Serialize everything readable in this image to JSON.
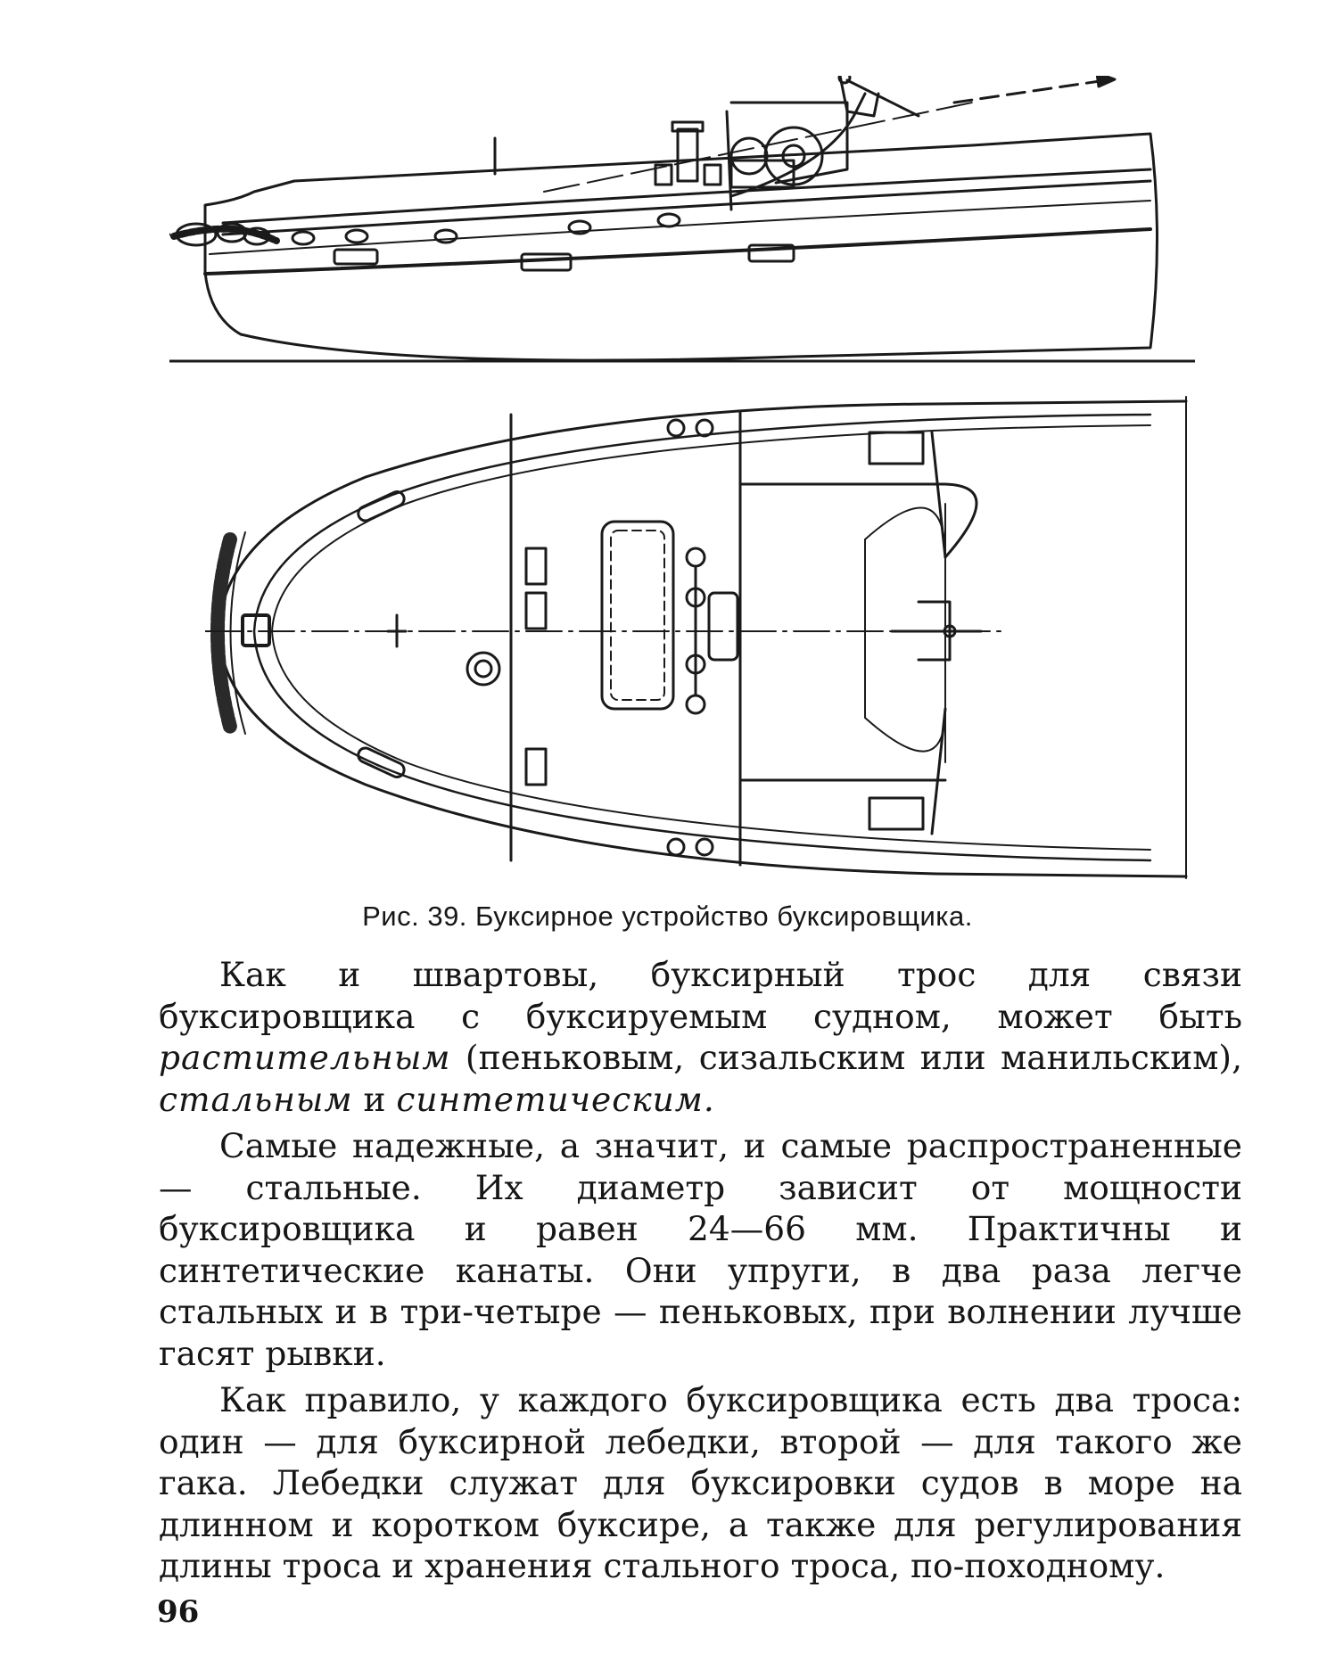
{
  "figure": {
    "caption": "Рис. 39. Буксирное устройство буксировщика."
  },
  "body": {
    "p1": {
      "lead": "Как и швартовы, буксирный трос для связи буксировщика с буксируемым судном, может быть ",
      "term1": "растительным",
      "mid": " (пеньковым, сизальским или манильским), ",
      "term2": "стальным",
      "conj": " и ",
      "term3": "синтетическим."
    },
    "p2": "Самые надежные, а значит, и самые распространенные — стальные. Их диаметр зависит от мощности буксировщика и равен 24—66 мм. Практичны и синтетические канаты. Они упруги, в два раза легче стальных и в три-четыре — пеньковых, при волнении лучше гасят рывки.",
    "p3": "Как правило, у каждого буксировщика есть два троса: один — для буксирной лебедки, второй — для такого же гака. Лебедки служат для буксировки судов в море на длинном и коротком буксире, а также для регулирования длины троса и хранения стального троса, по-походному."
  },
  "page_number": "96"
}
